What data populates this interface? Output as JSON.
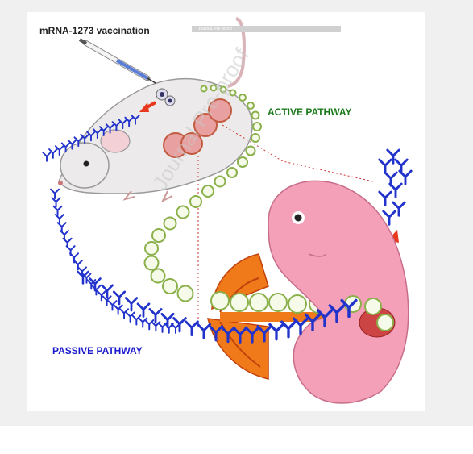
{
  "title": "mRNA-1273 vaccination",
  "banner": "Journal Pre-proof",
  "watermark": "Journal Pre-proof",
  "active_label": "ACTIVE PATHWAY",
  "passive_label": "PASSIVE PATHWAY",
  "colors": {
    "active": "#1a7a1a",
    "passive": "#1a1acc",
    "antibody": "#2233cc",
    "arrow": "#e8391e",
    "placenta_ring": "#8ab04a",
    "fetus_skin": "#f4a0b8"
  },
  "icons": [
    "syringe-icon",
    "mouse-icon",
    "fetus-icon",
    "placenta-icon",
    "antibody-icon",
    "immune-cell-icon"
  ]
}
